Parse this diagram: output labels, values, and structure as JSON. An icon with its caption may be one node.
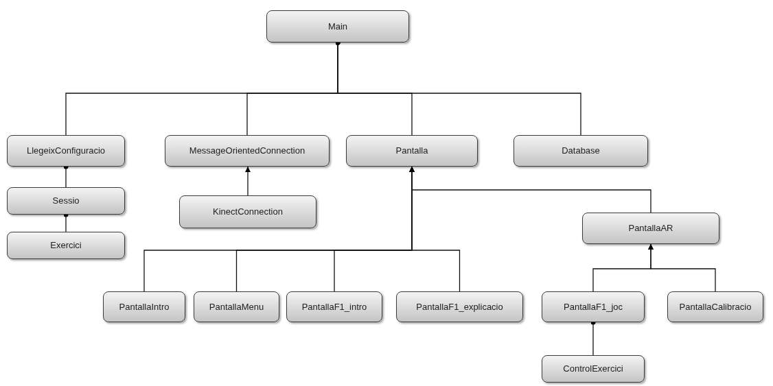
{
  "diagram": {
    "nodes": [
      {
        "text": [
          "Main"
        ]
      },
      {
        "text": [
          "LlegeixConfiguracio"
        ]
      },
      {
        "text": [
          "MessageOrientedConnection"
        ]
      },
      {
        "text": [
          "Pantalla"
        ]
      },
      {
        "text": [
          "Database"
        ]
      },
      {
        "text": [
          "Sessio"
        ]
      },
      {
        "text": [
          "KinectConnection"
        ]
      },
      {
        "text": [
          "PantallaAR"
        ]
      },
      {
        "text": [
          "Exercici"
        ]
      },
      {
        "text": [
          "PantallaIntro"
        ]
      },
      {
        "text": [
          "PantallaMenu"
        ]
      },
      {
        "text": [
          "PantallaF1_intro"
        ]
      },
      {
        "text": [
          "PantallaF1_explicacio"
        ]
      },
      {
        "text": [
          "PantallaF1_joc"
        ]
      },
      {
        "text": [
          "PantallaCalibracio"
        ]
      },
      {
        "text": [
          "ControlExercici"
        ]
      }
    ],
    "edges": [
      {
        "from": 0,
        "to": 1,
        "arrow": "other"
      },
      {
        "from": 0,
        "to": 2,
        "arrow": "other"
      },
      {
        "from": 0,
        "to": 3,
        "arrow": "other"
      },
      {
        "from": 0,
        "to": 4,
        "arrow": "other"
      },
      {
        "from": 1,
        "to": 5,
        "arrow": "other"
      },
      {
        "from": 5,
        "to": 8,
        "arrow": "other"
      },
      {
        "from": 6,
        "to": 2,
        "arrow": "to"
      },
      {
        "from": 7,
        "to": 3,
        "arrow": "to"
      },
      {
        "from": 9,
        "to": 3,
        "arrow": "to"
      },
      {
        "from": 10,
        "to": 3,
        "arrow": "to"
      },
      {
        "from": 11,
        "to": 3,
        "arrow": "to"
      },
      {
        "from": 12,
        "to": 3,
        "arrow": "to"
      },
      {
        "from": 13,
        "to": 7,
        "arrow": "to"
      },
      {
        "from": 14,
        "to": 7,
        "arrow": "to"
      },
      {
        "from": 13,
        "to": 15,
        "arrow": "other"
      }
    ]
  }
}
